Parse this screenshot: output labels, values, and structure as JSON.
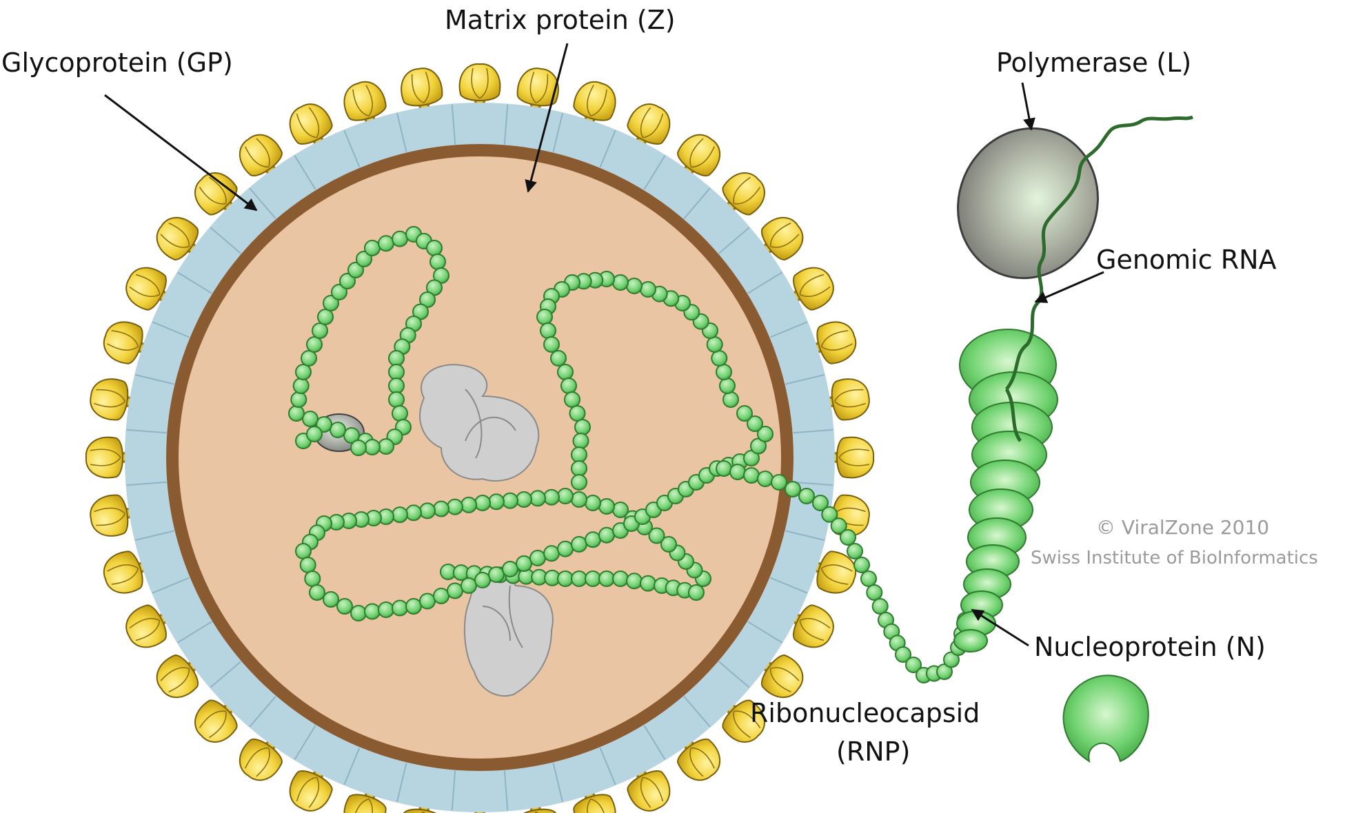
{
  "labels": {
    "glycoprotein": "Glycoprotein (GP)",
    "matrix": "Matrix protein (Z)",
    "polymerase": "Polymerase (L)",
    "genomic_rna": "Genomic RNA",
    "nucleoprotein": "Nucleoprotein (N)",
    "rnp_line1": "Ribonucleocapsid",
    "rnp_line2": "(RNP)"
  },
  "credit": {
    "line1": "© ViralZone 2010",
    "line2": "Swiss Institute of BioInformatics"
  },
  "colors": {
    "glycoprotein": "#f2d33c",
    "membrane": "#b7d4e1",
    "matrix_layer": "#8a5a30",
    "interior": "#eac5a4",
    "nucleoprotein": "#7fd67f",
    "polymerase": "#9a9c98",
    "ribosome": "#cfcfcf",
    "rna": "#2d6b2d"
  },
  "icons": [
    "polymerase-blob",
    "ribosome-shape",
    "nucleoprotein-pacman",
    "glycoprotein-spike",
    "rnp-bead-chain"
  ]
}
